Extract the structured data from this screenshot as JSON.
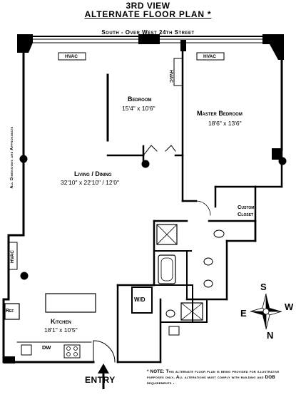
{
  "header": {
    "title_line1": "3RD VIEW",
    "title_line2": "ALTERNATE FLOOR PLAN *",
    "street": "South - Over West 24th Street"
  },
  "side_note": "All Dimensions are Approximate",
  "rooms": {
    "bedroom": {
      "name": "Bedroom",
      "dims": "15'4\"  x  10'6\""
    },
    "master_bedroom": {
      "name": "Master Bedroom",
      "dims": "18'6\"  x  13'6\""
    },
    "living_dining": {
      "name": "Living / Dining",
      "dims": "32'10\"  x  22'10\"  /  12'0\""
    },
    "kitchen": {
      "name": "Kitchen",
      "dims": "18'1\"  x  10'5\""
    },
    "custom_closet": {
      "line1": "Custom",
      "line2": "Closet"
    }
  },
  "labels": {
    "hvac_top_left": "HVAC",
    "hvac_top_right": "HVAC",
    "hvac_vertical_center": "HVAC",
    "hvac_left_wall": "HVAC",
    "wd": "W/D",
    "ref": "Ref",
    "dw": "DW",
    "entry": "ENTRY"
  },
  "compass": {
    "n": "N",
    "s": "S",
    "e": "E",
    "w": "W"
  },
  "note": "* NOTE:  This alternate floor plan is being provided for illustrative purposes only.  All alterations must comply with building and DOB requirements ."
}
